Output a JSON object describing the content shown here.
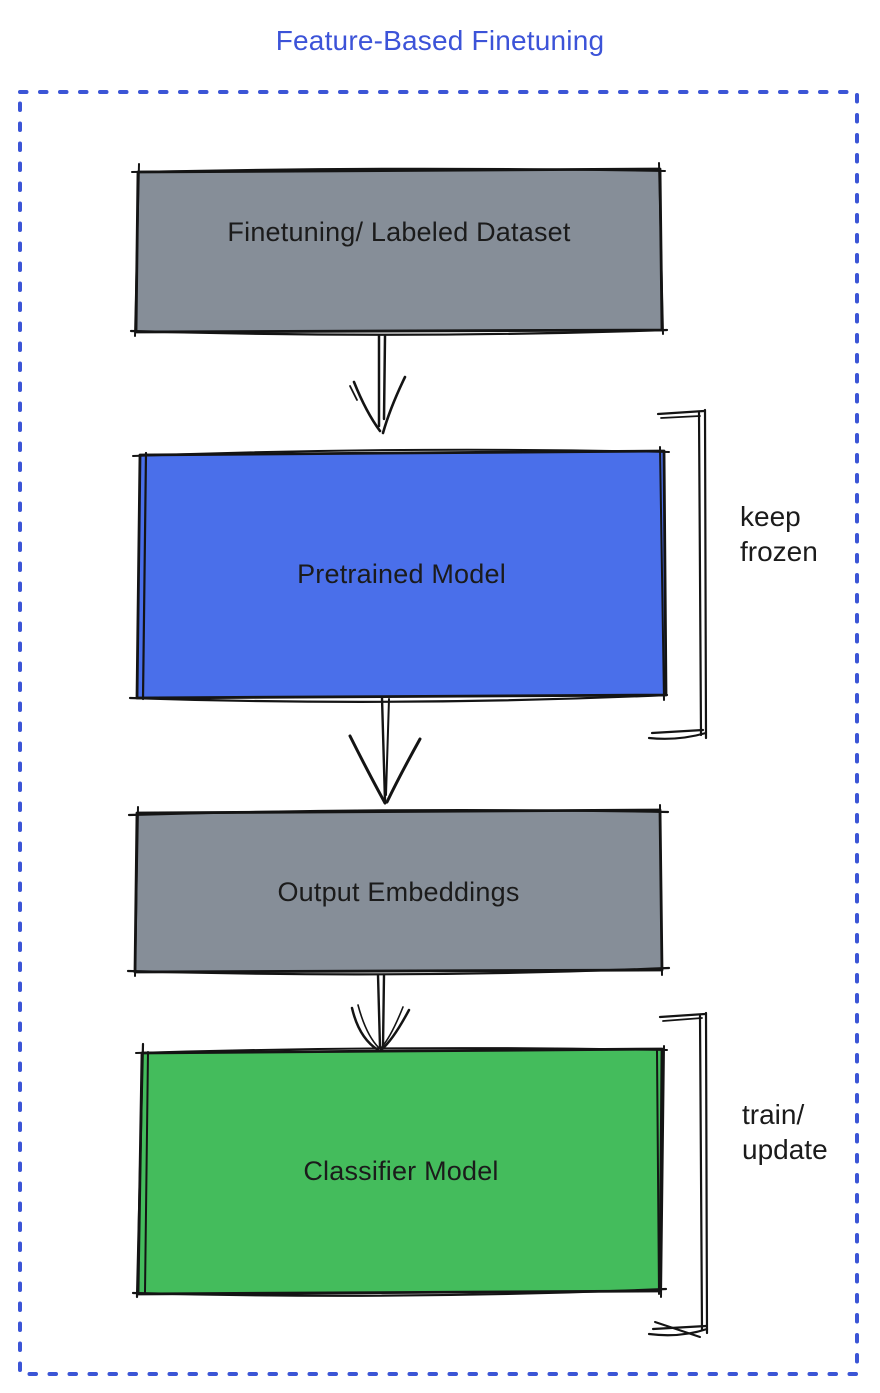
{
  "title": "Feature-Based Finetuning",
  "nodes": {
    "dataset": {
      "label": "Finetuning/ Labeled Dataset",
      "fill": "#868e98"
    },
    "pretrained": {
      "label": "Pretrained Model",
      "fill": "#4a6fea"
    },
    "embeddings": {
      "label": "Output Embeddings",
      "fill": "#868e98"
    },
    "classifier": {
      "label": "Classifier Model",
      "fill": "#44bc5c"
    }
  },
  "annotations": {
    "keep_frozen": {
      "line1": "keep",
      "line2": "frozen"
    },
    "train_update": {
      "line1": "train/",
      "line2": "update"
    }
  },
  "colors": {
    "title_text": "#3c53d8",
    "dashed_border": "#3b55d6",
    "sketch_ink": "#141414",
    "label_text": "#1b1b1b"
  }
}
